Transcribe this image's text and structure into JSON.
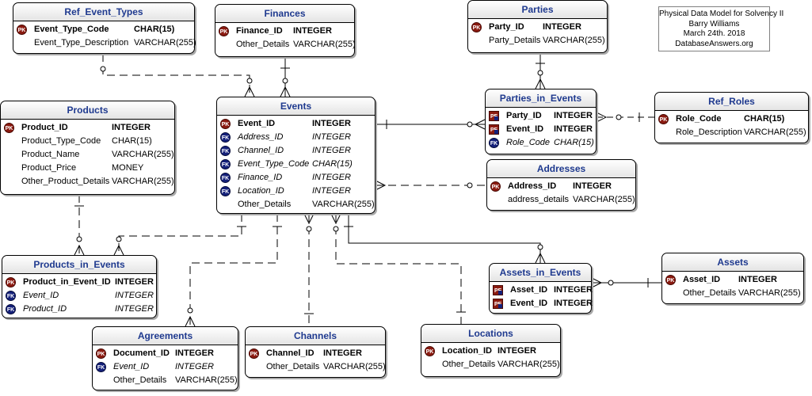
{
  "note": {
    "lines": [
      "Physical Data Model for Solvency II",
      "Barry Williams",
      "March 24th. 2018",
      "DatabaseAnswers.org"
    ]
  },
  "entities": {
    "ref_event_types": {
      "title": "Ref_Event_Types",
      "rows": [
        {
          "key": "PK",
          "name": "Event_Type_Code",
          "type": "CHAR(15)"
        },
        {
          "key": "",
          "name": "Event_Type_Description",
          "type": "VARCHAR(255)"
        }
      ]
    },
    "finances": {
      "title": "Finances",
      "rows": [
        {
          "key": "PK",
          "name": "Finance_ID",
          "type": "INTEGER"
        },
        {
          "key": "",
          "name": "Other_Details",
          "type": "VARCHAR(255)"
        }
      ]
    },
    "parties": {
      "title": "Parties",
      "rows": [
        {
          "key": "PK",
          "name": "Party_ID",
          "type": "INTEGER"
        },
        {
          "key": "",
          "name": "Party_Details",
          "type": "VARCHAR(255)"
        }
      ]
    },
    "products": {
      "title": "Products",
      "rows": [
        {
          "key": "PK",
          "name": "Product_ID",
          "type": "INTEGER"
        },
        {
          "key": "",
          "name": "Product_Type_Code",
          "type": "CHAR(15)"
        },
        {
          "key": "",
          "name": "Product_Name",
          "type": "VARCHAR(255)"
        },
        {
          "key": "",
          "name": "Product_Price",
          "type": "MONEY"
        },
        {
          "key": "",
          "name": "Other_Product_Details",
          "type": "VARCHAR(255)"
        }
      ]
    },
    "events": {
      "title": "Events",
      "rows": [
        {
          "key": "PK",
          "name": "Event_ID",
          "type": "INTEGER"
        },
        {
          "key": "FK",
          "name": "Address_ID",
          "type": "INTEGER"
        },
        {
          "key": "FK",
          "name": "Channel_ID",
          "type": "INTEGER"
        },
        {
          "key": "FK",
          "name": "Event_Type_Code",
          "type": "CHAR(15)"
        },
        {
          "key": "FK",
          "name": "Finance_ID",
          "type": "INTEGER"
        },
        {
          "key": "FK",
          "name": "Location_ID",
          "type": "INTEGER"
        },
        {
          "key": "",
          "name": "Other_Details",
          "type": "VARCHAR(255)"
        }
      ]
    },
    "parties_in_events": {
      "title": "Parties_in_Events",
      "rows": [
        {
          "key": "PF",
          "name": "Party_ID",
          "type": "INTEGER"
        },
        {
          "key": "PF",
          "name": "Event_ID",
          "type": "INTEGER"
        },
        {
          "key": "FK",
          "name": "Role_Code",
          "type": "CHAR(15)"
        }
      ]
    },
    "ref_roles": {
      "title": "Ref_Roles",
      "rows": [
        {
          "key": "PK",
          "name": "Role_Code",
          "type": "CHAR(15)"
        },
        {
          "key": "",
          "name": "Role_Description",
          "type": "VARCHAR(255)"
        }
      ]
    },
    "addresses": {
      "title": "Addresses",
      "rows": [
        {
          "key": "PK",
          "name": "Address_ID",
          "type": "INTEGER"
        },
        {
          "key": "",
          "name": "address_details",
          "type": "VARCHAR(255)"
        }
      ]
    },
    "products_in_events": {
      "title": "Products_in_Events",
      "rows": [
        {
          "key": "PK",
          "name": "Product_in_Event_ID",
          "type": "INTEGER"
        },
        {
          "key": "FK",
          "name": "Event_ID",
          "type": "INTEGER"
        },
        {
          "key": "FK",
          "name": "Product_ID",
          "type": "INTEGER"
        }
      ]
    },
    "assets_in_events": {
      "title": "Assets_in_Events",
      "rows": [
        {
          "key": "PF",
          "name": "Asset_ID",
          "type": "INTEGER"
        },
        {
          "key": "PF",
          "name": "Event_ID",
          "type": "INTEGER"
        }
      ]
    },
    "assets": {
      "title": "Assets",
      "rows": [
        {
          "key": "PK",
          "name": "Asset_ID",
          "type": "INTEGER"
        },
        {
          "key": "",
          "name": "Other_Details",
          "type": "VARCHAR(255)"
        }
      ]
    },
    "agreements": {
      "title": "Agreements",
      "rows": [
        {
          "key": "PK",
          "name": "Document_ID",
          "type": "INTEGER"
        },
        {
          "key": "FK",
          "name": "Event_ID",
          "type": "INTEGER"
        },
        {
          "key": "",
          "name": "Other_Details",
          "type": "VARCHAR(255)"
        }
      ]
    },
    "channels": {
      "title": "Channels",
      "rows": [
        {
          "key": "PK",
          "name": "Channel_ID",
          "type": "INTEGER"
        },
        {
          "key": "",
          "name": "Other_Details",
          "type": "VARCHAR(255)"
        }
      ]
    },
    "locations": {
      "title": "Locations",
      "rows": [
        {
          "key": "PK",
          "name": "Location_ID",
          "type": "INTEGER"
        },
        {
          "key": "",
          "name": "Other_Details",
          "type": "VARCHAR(255)"
        }
      ]
    }
  }
}
